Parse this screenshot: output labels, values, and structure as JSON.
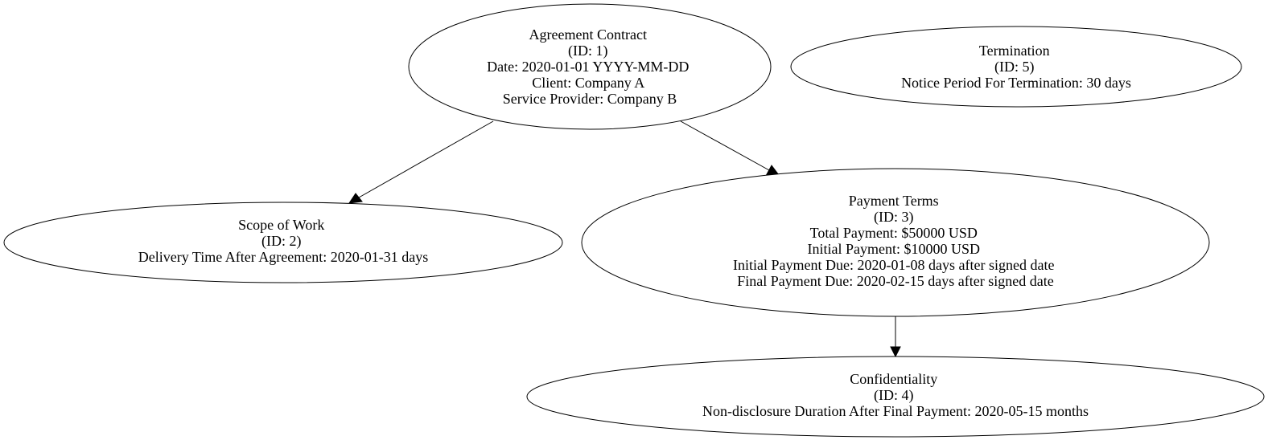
{
  "diagram": {
    "nodes": [
      {
        "id": "1",
        "lines": [
          "Agreement Contract",
          "(ID: 1)",
          "Date: 2020-01-01 YYYY-MM-DD",
          "Client: Company A",
          "Service Provider: Company B"
        ]
      },
      {
        "id": "2",
        "lines": [
          "Scope of Work",
          "(ID: 2)",
          "Delivery Time After Agreement: 2020-01-31 days"
        ]
      },
      {
        "id": "3",
        "lines": [
          "Payment Terms",
          "(ID: 3)",
          "Total Payment: $50000 USD",
          "Initial Payment: $10000 USD",
          "Initial Payment Due: 2020-01-08 days after signed date",
          "Final Payment Due: 2020-02-15 days after signed date"
        ]
      },
      {
        "id": "4",
        "lines": [
          "Confidentiality",
          "(ID: 4)",
          "Non-disclosure Duration After Final Payment: 2020-05-15 months"
        ]
      },
      {
        "id": "5",
        "lines": [
          "Termination",
          "(ID: 5)",
          "Notice Period For Termination: 30 days"
        ]
      }
    ],
    "edges": [
      {
        "from": "1",
        "to": "2"
      },
      {
        "from": "1",
        "to": "3"
      },
      {
        "from": "3",
        "to": "4"
      }
    ]
  }
}
